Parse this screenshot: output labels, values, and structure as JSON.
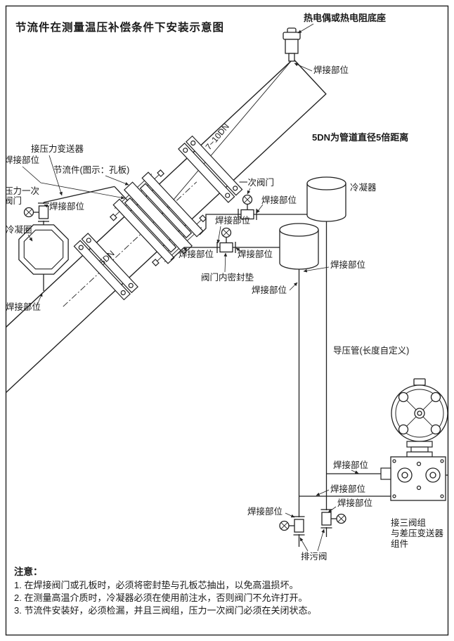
{
  "title": "节流件在测量温压补偿条件下安装示意图",
  "colors": {
    "ink": "#222222",
    "background": "#ffffff"
  },
  "diagram": {
    "labels": {
      "thermo_base": "热电偶或热电阻底座",
      "weld": "焊接部位",
      "dn_note": "5DN为管道直径5倍距离",
      "dim_7_10dn": "7~10DN",
      "dim_5dn": "5DN",
      "to_pressure_transmitter": "接压力变送器",
      "throttle": "节流件(图示：孔板)",
      "pressure_primary_line1": "压力一次",
      "pressure_primary_line2": "阀门",
      "condensate_ring": "冷凝圈",
      "primary_valve": "一次阀门",
      "condenser": "冷凝器",
      "valve_seal": "阀门内密封垫",
      "impulse_pipe": "导压管(长度自定义)",
      "manifold_line1": "接三阀组",
      "manifold_line2": "与差压变送器",
      "manifold_line3": "组件",
      "drain_valve": "排污阀"
    }
  },
  "notes": {
    "heading": "注意：",
    "items": [
      "1. 在焊接阀门或孔板时，必须将密封垫与孔板芯抽出，以免高温损坏。",
      "2. 在测量高温介质时，冷凝器必须在使用前注水，否则阀门不允许打开。",
      "3. 节流件安装好，必须检漏，并且三阀组，压力一次阀门必须在关闭状态。"
    ]
  }
}
